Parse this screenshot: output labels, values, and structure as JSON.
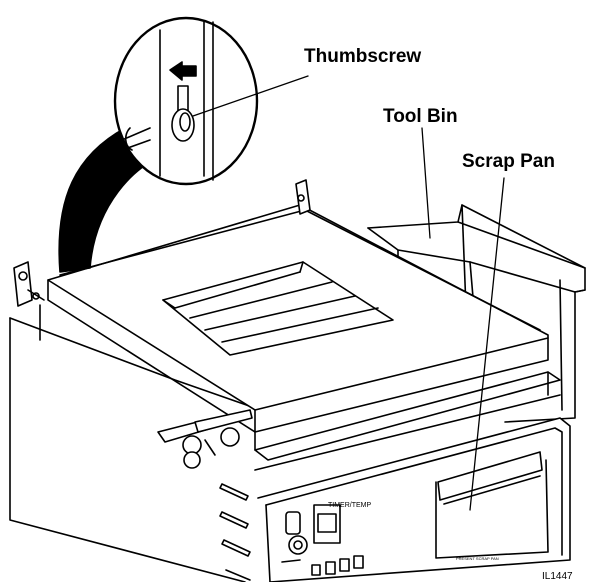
{
  "labels": {
    "thumbscrew": "Thumbscrew",
    "tool_bin": "Tool Bin",
    "scrap_pan": "Scrap Pan"
  },
  "figure_code": "IL1447",
  "colors": {
    "ink": "#000000",
    "paper": "#ffffff"
  }
}
